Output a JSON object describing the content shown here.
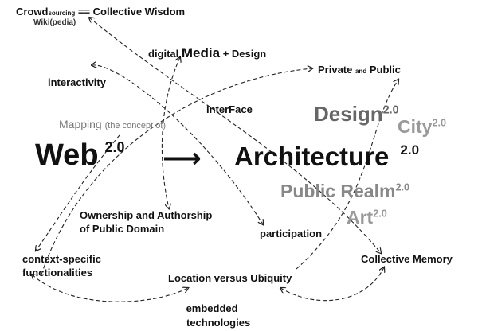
{
  "colors": {
    "ink": "#111111",
    "gray": "#777777",
    "light_gray": "#999999",
    "medium_gray": "#666666"
  },
  "nodes": {
    "crowdsourcing": {
      "main": "Crowd",
      "sub": "sourcing",
      "rest": " == Collective Wisdom"
    },
    "wikipedia": "Wiki(pedia)",
    "digital_media": {
      "prefix": "digital.",
      "main": "Media",
      "suffix": " + Design"
    },
    "interactivity": "interactivity",
    "private_public": {
      "a": "Private ",
      "and": "and",
      "b": " Public"
    },
    "interface": "interFace",
    "mapping": {
      "main": "Mapping ",
      "note": "(the concept of)"
    },
    "design": {
      "word": "Design",
      "version": "2.0"
    },
    "city": {
      "word": "City",
      "version": "2.0"
    },
    "web": {
      "word": "Web",
      "version": "2.0"
    },
    "arrow": "⟶",
    "architecture": {
      "word": "Architecture",
      "version": "2.0"
    },
    "public_realm": {
      "word": "Public Realm",
      "version": "2.0"
    },
    "art": {
      "word": "Art",
      "version": "2.0"
    },
    "ownership": {
      "line1": "Ownership and Authorship",
      "line2": "of Public Domain"
    },
    "participation": "participation",
    "context": {
      "line1": "context-specific",
      "line2": "functionalities"
    },
    "collective_memory": "Collective Memory",
    "location": "Location versus Ubiquity",
    "embedded": {
      "line1": "embedded",
      "line2": "technologies"
    }
  }
}
